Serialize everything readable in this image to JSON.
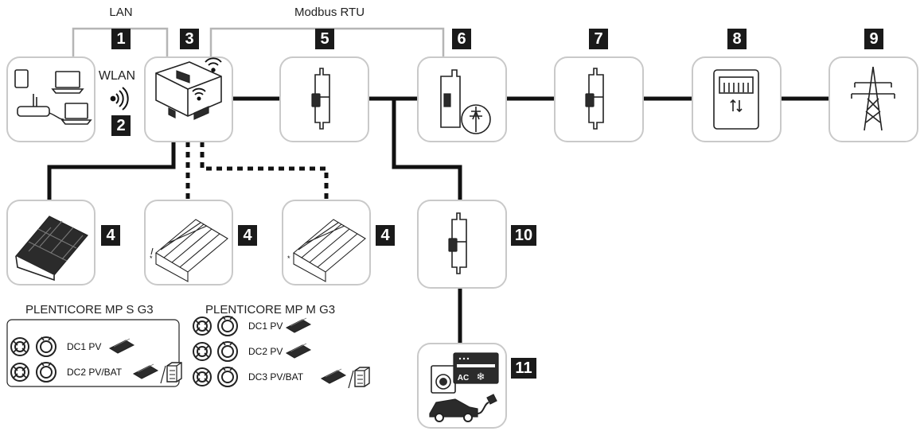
{
  "connection_labels": {
    "lan": "LAN",
    "modbus": "Modbus RTU",
    "wlan": "WLAN"
  },
  "badges": [
    "1",
    "2",
    "3",
    "4",
    "5",
    "6",
    "7",
    "8",
    "9",
    "10",
    "11"
  ],
  "models": [
    {
      "title": "PLENTICORE MP S G3",
      "inputs": [
        "DC1 PV",
        "DC2 PV/BAT"
      ]
    },
    {
      "title": "PLENTICORE MP M G3",
      "inputs": [
        "DC1 PV",
        "DC2 PV",
        "DC3 PV/BAT"
      ]
    }
  ],
  "meter_display": "AC",
  "icons": {
    "computers": "network-devices-icon",
    "inverter": "inverter-icon",
    "breaker": "circuit-breaker-icon",
    "energy_meter": "energy-meter-icon",
    "feed_meter": "feed-in-meter-icon",
    "grid": "power-pylon-icon",
    "solar": "solar-panel-icon",
    "consumers": "household-consumers-icon",
    "wifi": "wifi-icon",
    "battery": "battery-icon"
  }
}
